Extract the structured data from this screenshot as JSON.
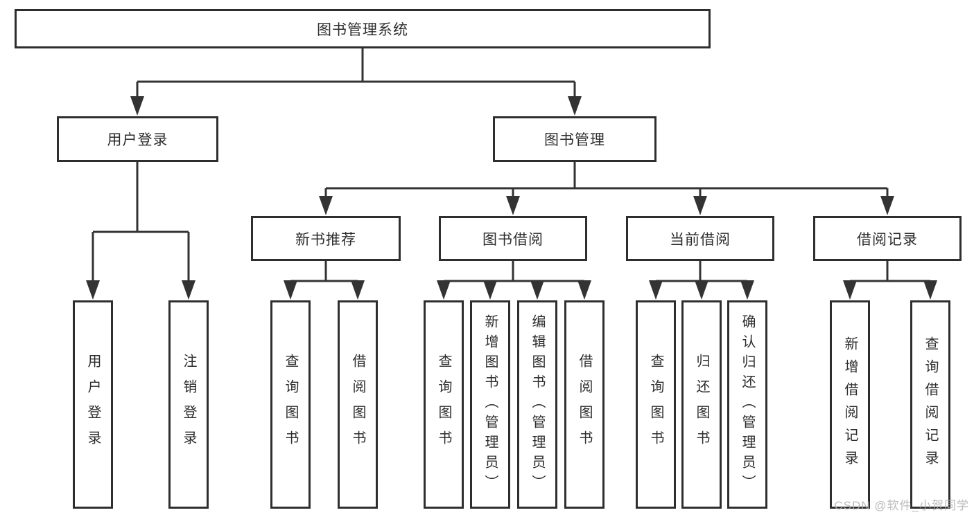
{
  "colors": {
    "line": "#333333",
    "border": "#2e2e2e",
    "text": "#2d2d2d",
    "background": "#ffffff",
    "watermark": "#b0b0b0"
  },
  "diagram": {
    "root": {
      "label": "图书管理系统"
    },
    "level2": [
      {
        "label": "用户登录"
      },
      {
        "label": "图书管理"
      }
    ],
    "level3": [
      {
        "label": "新书推荐",
        "parent": "图书管理"
      },
      {
        "label": "图书借阅",
        "parent": "图书管理"
      },
      {
        "label": "当前借阅",
        "parent": "图书管理"
      },
      {
        "label": "借阅记录",
        "parent": "图书管理"
      }
    ],
    "leaves": [
      {
        "label": "用户登录",
        "parent": "用户登录"
      },
      {
        "label": "注销登录",
        "parent": "用户登录"
      },
      {
        "label": "查询图书",
        "parent": "新书推荐"
      },
      {
        "label": "借阅图书",
        "parent": "新书推荐"
      },
      {
        "label": "查询图书",
        "parent": "图书借阅"
      },
      {
        "label": "新增图书（管理员）",
        "parent": "图书借阅"
      },
      {
        "label": "编辑图书（管理员）",
        "parent": "图书借阅"
      },
      {
        "label": "借阅图书",
        "parent": "图书借阅"
      },
      {
        "label": "查询图书",
        "parent": "当前借阅"
      },
      {
        "label": "归还图书",
        "parent": "当前借阅"
      },
      {
        "label": "确认归还（管理员）",
        "parent": "当前借阅"
      },
      {
        "label": "新增借阅记录",
        "parent": "借阅记录"
      },
      {
        "label": "查询借阅记录",
        "parent": "借阅记录"
      }
    ],
    "watermark": "CSDN @软件_小贺同学"
  }
}
